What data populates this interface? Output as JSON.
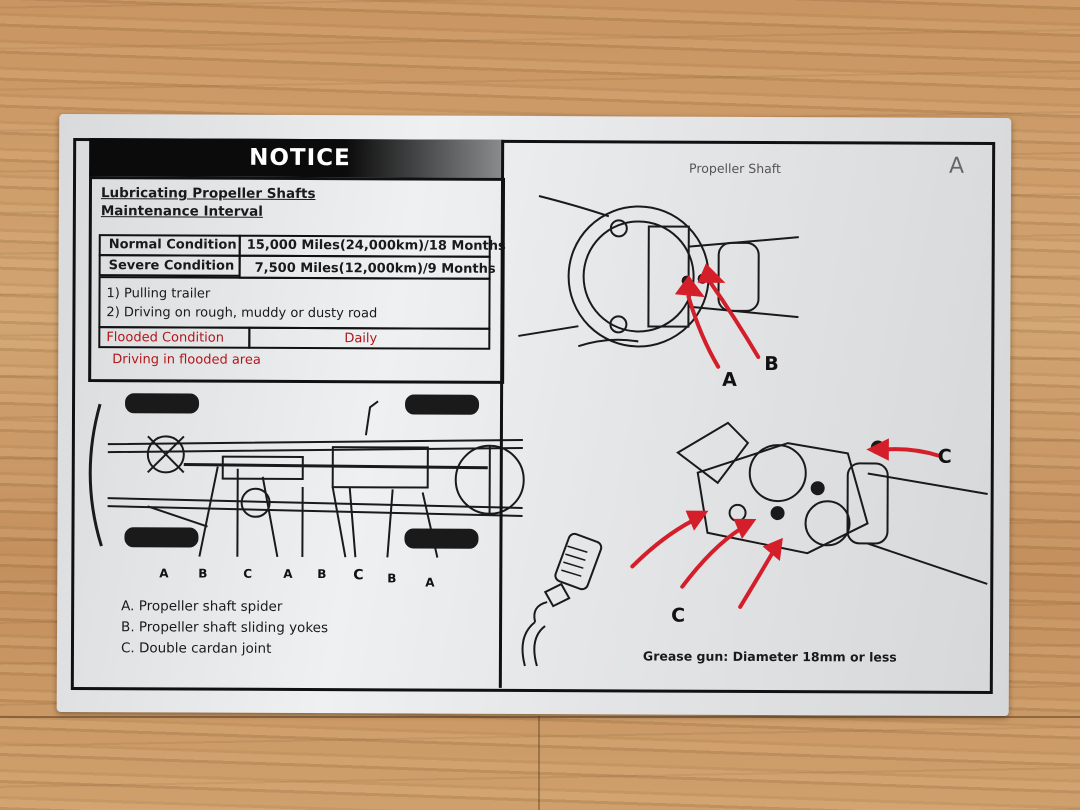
{
  "notice": {
    "title": "NOTICE",
    "heading_line1": "Lubricating Propeller Shafts",
    "heading_line2": "Maintenance Interval"
  },
  "conditions": {
    "normal_label": "Normal Condition",
    "normal_value": "15,000 Miles(24,000km)/18 Months",
    "severe_label": "Severe Condition",
    "severe_value": "7,500 Miles(12,000km)/9 Months",
    "severe_notes": [
      "1) Pulling trailer",
      "2) Driving on rough, muddy or dusty road"
    ],
    "flooded_label": "Flooded Condition",
    "flooded_value": "Daily",
    "flooded_note": "Driving in flooded area"
  },
  "legend": {
    "a": "A. Propeller shaft spider",
    "b": "B. Propeller shaft sliding yokes",
    "c": "C. Double cardan joint"
  },
  "chassis_labels": [
    "A",
    "B",
    "C",
    "A",
    "B",
    "C",
    "B",
    "A"
  ],
  "right_panel": {
    "title": "Propeller Shaft",
    "corner_letter": "A",
    "top_label_a": "A",
    "top_label_b": "B",
    "cardan_label_c_top": "C",
    "cardan_label_c_bottom": "C",
    "grease_note": "Grease gun: Diameter 18mm or less"
  },
  "colors": {
    "accent_red": "#b3161a",
    "arrow_red": "#d41f2a",
    "ink": "#111111"
  }
}
